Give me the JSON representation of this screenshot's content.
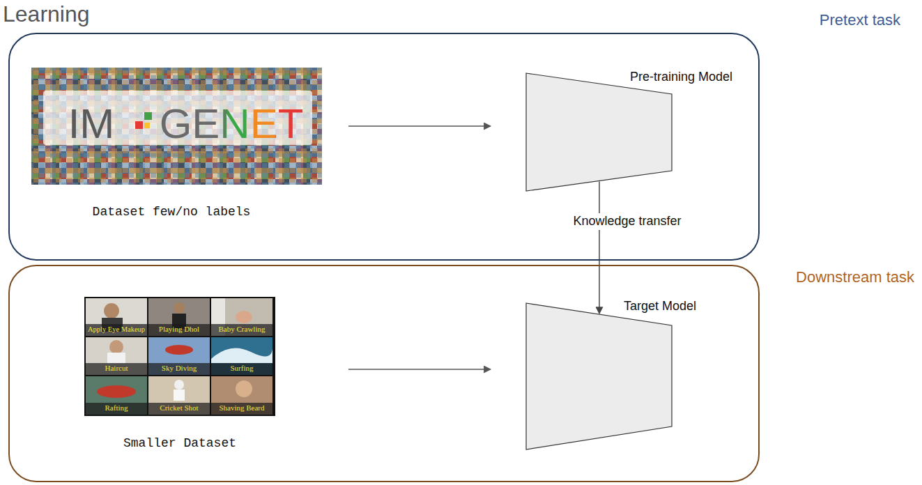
{
  "diagram": {
    "title": "Learning",
    "nodes": [
      {
        "text": [
          "Pretext task"
        ]
      },
      {
        "text": [
          "Pre-training Model"
        ],
        "in": 0
      },
      {
        "text": [
          "Downstream task"
        ]
      },
      {
        "text": [
          "Target Model"
        ],
        "in": 2
      }
    ],
    "edges": [
      {
        "from": 1,
        "to": 3,
        "label": "Knowledge transfer",
        "arrow": "to"
      }
    ],
    "labels": [
      "IM",
      "GENET",
      "Dataset few/no labels",
      "Apply Eye Makeup",
      "Playing Dhol",
      "Baby Crawling",
      "Haircut",
      "Sky Diving",
      "Surfing",
      "Rafting",
      "Cricket Shot",
      "Shaving Beard",
      "Smaller Dataset"
    ]
  }
}
